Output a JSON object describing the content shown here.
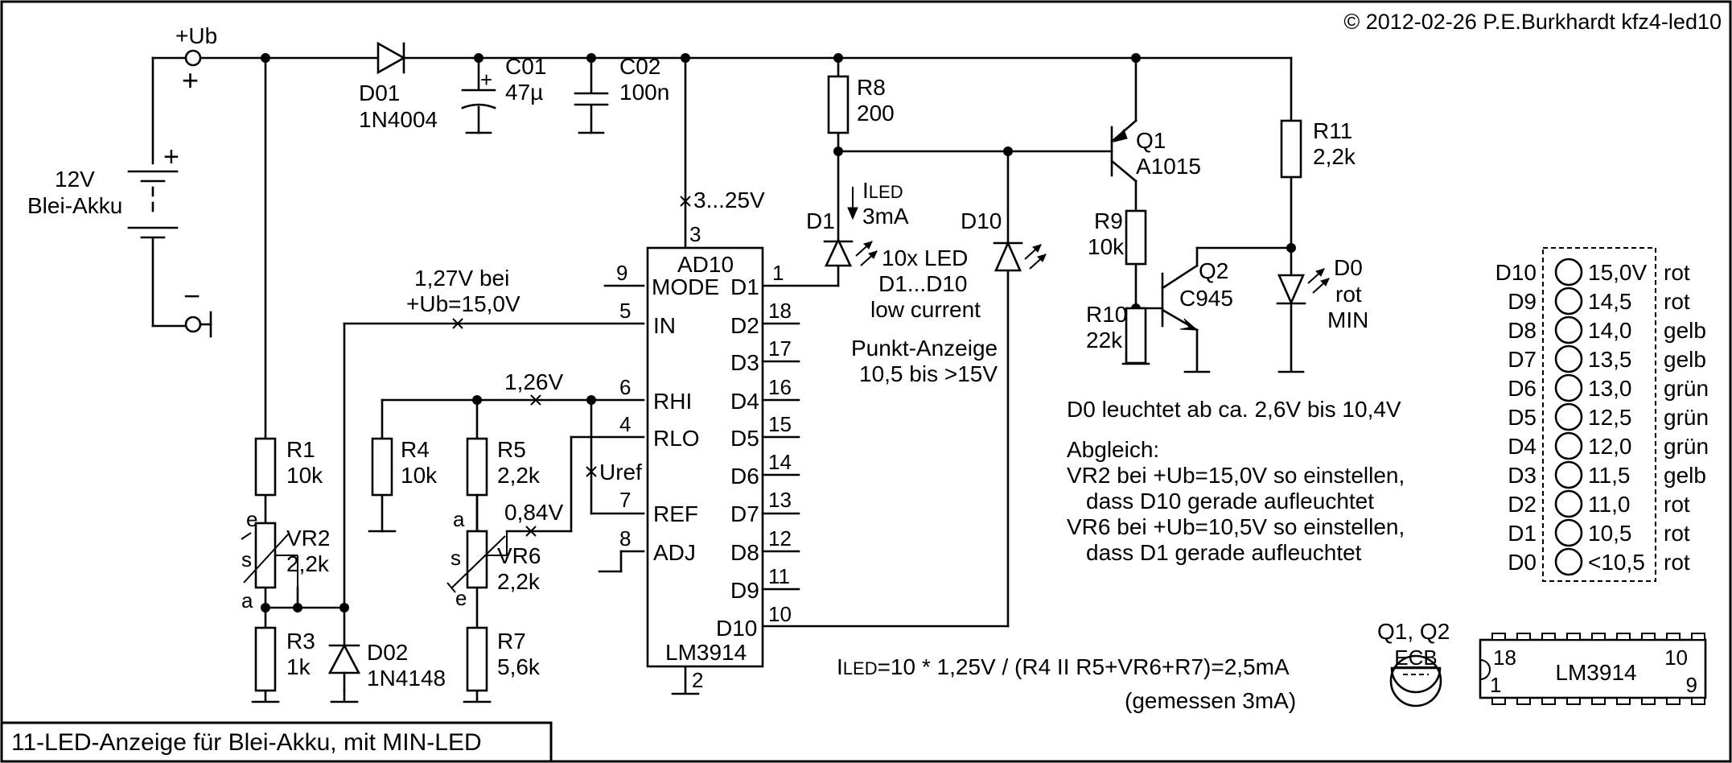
{
  "copyright": "© 2012-02-26 P.E.Burkhardt kfz4-led10",
  "caption": "11-LED-Anzeige für Blei-Akku, mit MIN-LED",
  "supply": {
    "label": "+Ub",
    "plus": "+",
    "minus": "−"
  },
  "battery": {
    "voltage": "12V",
    "type": "Blei-Akku",
    "plus": "+",
    "minus": "−"
  },
  "components": {
    "d01": {
      "ref": "D01",
      "value": "1N4004"
    },
    "c01": {
      "ref": "C01",
      "value": "47µ",
      "plus": "+"
    },
    "c02": {
      "ref": "C02",
      "value": "100n"
    },
    "r8": {
      "ref": "R8",
      "value": "200"
    },
    "r11": {
      "ref": "R11",
      "value": "2,2k"
    },
    "q1": {
      "ref": "Q1",
      "value": "A1015"
    },
    "q2": {
      "ref": "Q2",
      "value": "C945"
    },
    "r9": {
      "ref": "R9",
      "value": "10k"
    },
    "r10": {
      "ref": "R10",
      "value": "22k"
    },
    "d0": {
      "ref": "D0",
      "value": "rot",
      "extra": "MIN"
    },
    "d1": {
      "ref": "D1"
    },
    "d10": {
      "ref": "D10"
    },
    "r1": {
      "ref": "R1",
      "value": "10k"
    },
    "vr2": {
      "ref": "VR2",
      "value": "2,2k",
      "e": "e",
      "s": "s",
      "a": "a"
    },
    "r3": {
      "ref": "R3",
      "value": "1k"
    },
    "d02": {
      "ref": "D02",
      "value": "1N4148"
    },
    "r4": {
      "ref": "R4",
      "value": "10k"
    },
    "r5": {
      "ref": "R5",
      "value": "2,2k"
    },
    "vr6": {
      "ref": "VR6",
      "value": "2,2k",
      "a": "a",
      "s": "s",
      "e": "e"
    },
    "r7": {
      "ref": "R7",
      "value": "5,6k"
    }
  },
  "ic": {
    "name_top": "AD10",
    "name_bottom": "LM3914",
    "left_pins": [
      {
        "num": "9",
        "name": "MODE"
      },
      {
        "num": "5",
        "name": "IN"
      },
      {
        "num": "6",
        "name": "RHI"
      },
      {
        "num": "4",
        "name": "RLO"
      },
      {
        "num": "7",
        "name": "REF"
      },
      {
        "num": "8",
        "name": "ADJ"
      }
    ],
    "right_pins": [
      {
        "num": "1",
        "name": "D1"
      },
      {
        "num": "18",
        "name": "D2"
      },
      {
        "num": "17",
        "name": "D3"
      },
      {
        "num": "16",
        "name": "D4"
      },
      {
        "num": "15",
        "name": "D5"
      },
      {
        "num": "14",
        "name": "D6"
      },
      {
        "num": "13",
        "name": "D7"
      },
      {
        "num": "12",
        "name": "D8"
      },
      {
        "num": "11",
        "name": "D9"
      },
      {
        "num": "10",
        "name": "D10"
      }
    ],
    "pin_top": "3",
    "pin_bottom": "2"
  },
  "annotations": {
    "supply_range": "3...25V",
    "in_voltage_1": "1,27V bei",
    "in_voltage_2": "+Ub=15,0V",
    "rhi_voltage": "1,26V",
    "uref": "Uref",
    "vr6_voltage": "0,84V",
    "iled_1": "I",
    "iled_2": "LED",
    "iled_3": "3mA",
    "led_1": "10x LED",
    "led_2": "D1...D10",
    "led_3": "low current",
    "mode_1": "Punkt-Anzeige",
    "mode_2": "10,5 bis >15V",
    "d0_note": "D0 leuchtet ab ca. 2,6V bis 10,4V",
    "cal_title": "Abgleich:",
    "cal_1": "VR2 bei +Ub=15,0V so einstellen,",
    "cal_2": "dass D10 gerade aufleuchtet",
    "cal_3": "VR6 bei +Ub=10,5V so einstellen,",
    "cal_4": "dass D1 gerade aufleuchtet",
    "formula_i": "I",
    "formula_sub": "LED",
    "formula_rest": "=10 * 1,25V / (R4 II R5+VR6+R7)=2,5mA",
    "formula_measured": "(gemessen 3mA)"
  },
  "led_table": [
    {
      "led": "D10",
      "voltage": "15,0V",
      "color": "rot"
    },
    {
      "led": "D9",
      "voltage": "14,5",
      "color": "rot"
    },
    {
      "led": "D8",
      "voltage": "14,0",
      "color": "gelb"
    },
    {
      "led": "D7",
      "voltage": "13,5",
      "color": "gelb"
    },
    {
      "led": "D6",
      "voltage": "13,0",
      "color": "grün"
    },
    {
      "led": "D5",
      "voltage": "12,5",
      "color": "grün"
    },
    {
      "led": "D4",
      "voltage": "12,0",
      "color": "grün"
    },
    {
      "led": "D3",
      "voltage": "11,5",
      "color": "gelb"
    },
    {
      "led": "D2",
      "voltage": "11,0",
      "color": "rot"
    },
    {
      "led": "D1",
      "voltage": "10,5",
      "color": "rot"
    },
    {
      "led": "D0",
      "voltage": "<10,5",
      "color": "rot"
    }
  ],
  "transistor_package": {
    "title": "Q1, Q2",
    "pins": "ECB"
  },
  "ic_package": {
    "name": "LM3914",
    "pin_tl": "18",
    "pin_tr": "10",
    "pin_bl": "1",
    "pin_br": "9"
  }
}
